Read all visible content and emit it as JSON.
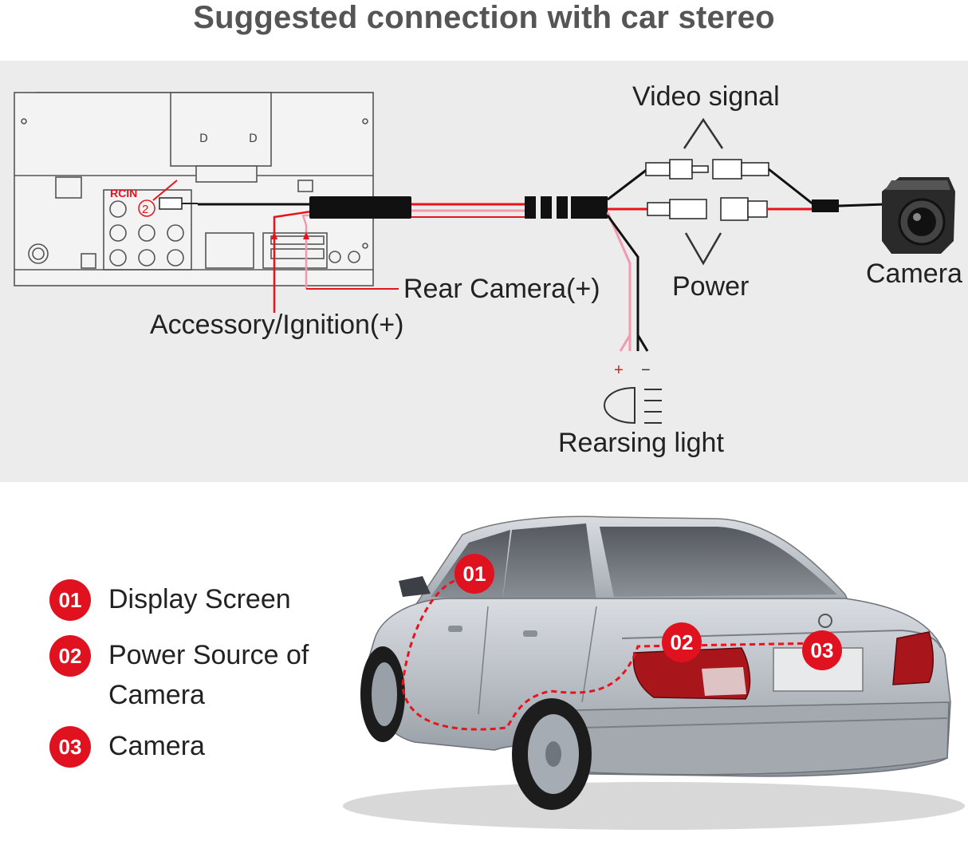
{
  "title": "Suggested connection with car stereo",
  "diagram": {
    "labels": {
      "rcin": "RCIN",
      "rcin_number": "2",
      "video_signal": "Video signal",
      "power": "Power",
      "camera": "Camera",
      "rear_camera": "Rear Camera(+)",
      "accessory": "Accessory/Ignition(+)",
      "plus": "+",
      "minus": "−",
      "rearsing_light": "Rearsing light"
    },
    "colors": {
      "wire_red": "#e8141c",
      "wire_pink": "#f29bb0",
      "wire_black": "#111111",
      "panel_bg": "#ececec",
      "accent": "#e01220"
    }
  },
  "car": {
    "markers": [
      {
        "number": "01"
      },
      {
        "number": "02"
      },
      {
        "number": "03"
      }
    ]
  },
  "legend": [
    {
      "number": "01",
      "text": "Display Screen"
    },
    {
      "number": "02",
      "text": "Power Source of Camera"
    },
    {
      "number": "03",
      "text": "Camera"
    }
  ]
}
